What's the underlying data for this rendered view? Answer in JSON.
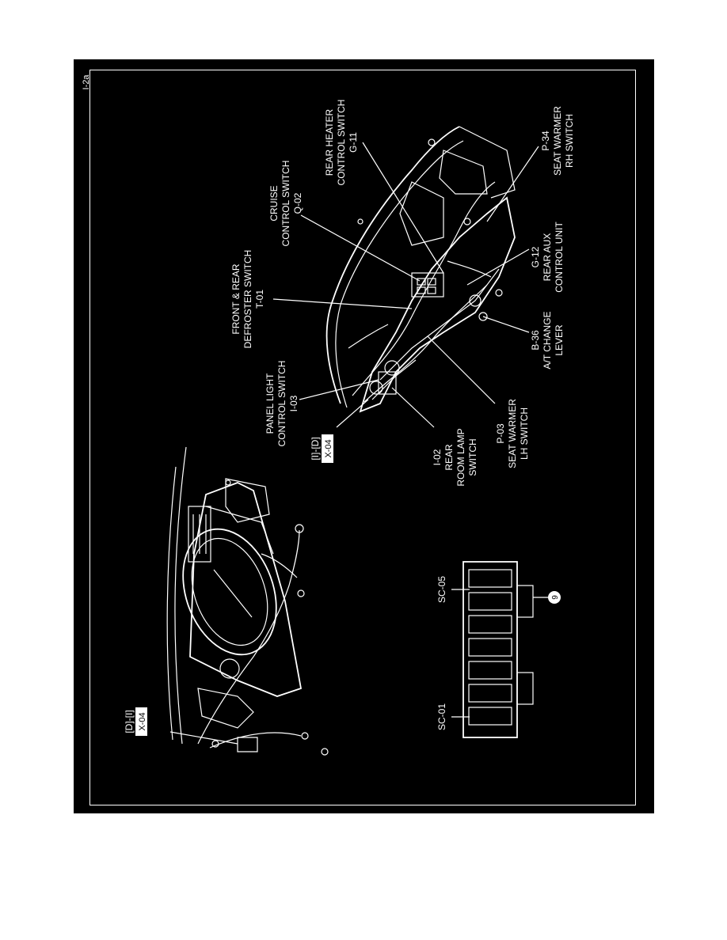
{
  "page": {
    "code": "I-2a",
    "background": "#000000",
    "ink": "#ffffff"
  },
  "callouts": {
    "front_rear_defroster": {
      "line1": "FRONT & REAR",
      "line2": "DEFROSTER SWITCH",
      "code": "T-01"
    },
    "cruise_control": {
      "line1": "CRUISE",
      "line2": "CONTROL SWITCH",
      "code": "Q-02"
    },
    "rear_heater": {
      "line1": "REAR HEATER",
      "line2": "CONTROL SWITCH",
      "code": "G-11"
    },
    "seat_warmer_rh": {
      "code": "P-34",
      "line1": "SEAT WARMER",
      "line2": "RH SWITCH"
    },
    "rear_aux": {
      "code": "G-12",
      "line1": "REAR AUX",
      "line2": "CONTROL UNIT"
    },
    "at_change_lever": {
      "code": "B-36",
      "line1": "A/T CHANGE",
      "line2": "LEVER"
    },
    "seat_warmer_lh": {
      "code": "P-03",
      "line1": "SEAT WARMER",
      "line2": "LH SWITCH"
    },
    "rear_room_lamp": {
      "code": "I-02",
      "line1": "REAR",
      "line2": "ROOM LAMP",
      "line3": "SWITCH"
    },
    "panel_light": {
      "line1": "PANEL LIGHT",
      "line2": "CONTROL SWITCH",
      "code": "I-03"
    },
    "connector_id_right": {
      "ref": "[I]-[D]",
      "tag": "X-04"
    },
    "connector_id_left": {
      "ref": "[D]-[I]",
      "tag": "X-04"
    }
  },
  "connector_block": {
    "left_label": "SC-01",
    "right_label": "SC-05",
    "badge": "9"
  }
}
